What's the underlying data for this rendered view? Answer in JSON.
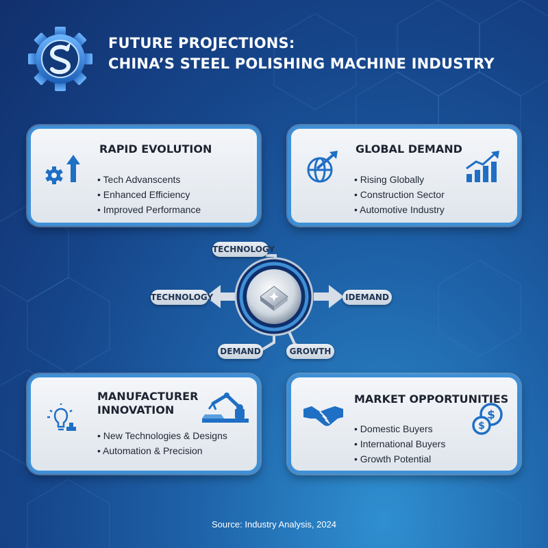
{
  "header": {
    "title_line1": "FUTURE PROJECTIONS:",
    "title_line2": "CHINA’S STEEL POLISHING MACHINE INDUSTRY"
  },
  "cards": {
    "rapid_evolution": {
      "title": "RAPID EVOLUTION",
      "items": [
        "Tech Advanscents",
        "Enhanced Efficiency",
        "Improved Performance"
      ]
    },
    "global_demand": {
      "title": "GLOBAL DEMAND",
      "items": [
        "Rising Globally",
        "Construction Sector",
        "Automotive Industry"
      ]
    },
    "manufacturer_innovation": {
      "title_line1": "MANUFACTURER",
      "title_line2": "INNOVATION",
      "items": [
        "New Technologies & Designs",
        "Automation & Precision"
      ]
    },
    "market_opportunities": {
      "title": "MARKET OPPORTUNITIES",
      "items": [
        "Domestic Buyers",
        "International Buyers",
        "Growth Potential"
      ]
    }
  },
  "diagram": {
    "top": "TECHNOLOGY",
    "left": "TECHNOLOGY",
    "right": "IDEMAND",
    "bottom_left": "DEMAND",
    "bottom_right": "GROWTH"
  },
  "colors": {
    "accent": "#3f8fd6",
    "icon_blue": "#1f6fc4",
    "dark_blue": "#12306b"
  },
  "footer": {
    "source": "Source: Industry Analysis, 2024"
  }
}
